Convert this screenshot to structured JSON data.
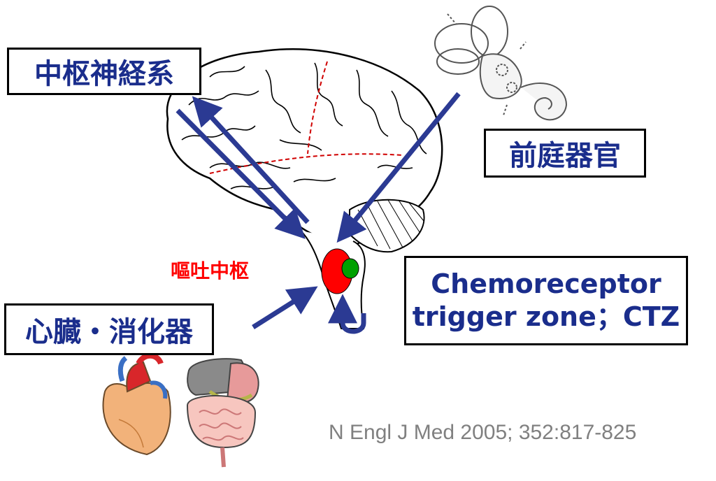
{
  "labels": {
    "cns": "中枢神経系",
    "vestibular": "前庭器官",
    "heart_gi": "心臓・消化器",
    "vomiting_center": "嘔吐中枢",
    "ctz_line1": "Chemoreceptor",
    "ctz_line2": "trigger zone；CTZ"
  },
  "citation": "N Engl J Med 2005; 352:817-825",
  "colors": {
    "arrow": "#2b3a93",
    "label_text": "#1a2d8c",
    "vomiting_center": "#ff0000",
    "ctz_dot": "#00a000",
    "dashed_line": "#d00000",
    "citation": "#808080"
  },
  "icons": [
    "brain-illustration",
    "inner-ear-illustration",
    "heart-illustration",
    "digestive-organs-illustration"
  ]
}
